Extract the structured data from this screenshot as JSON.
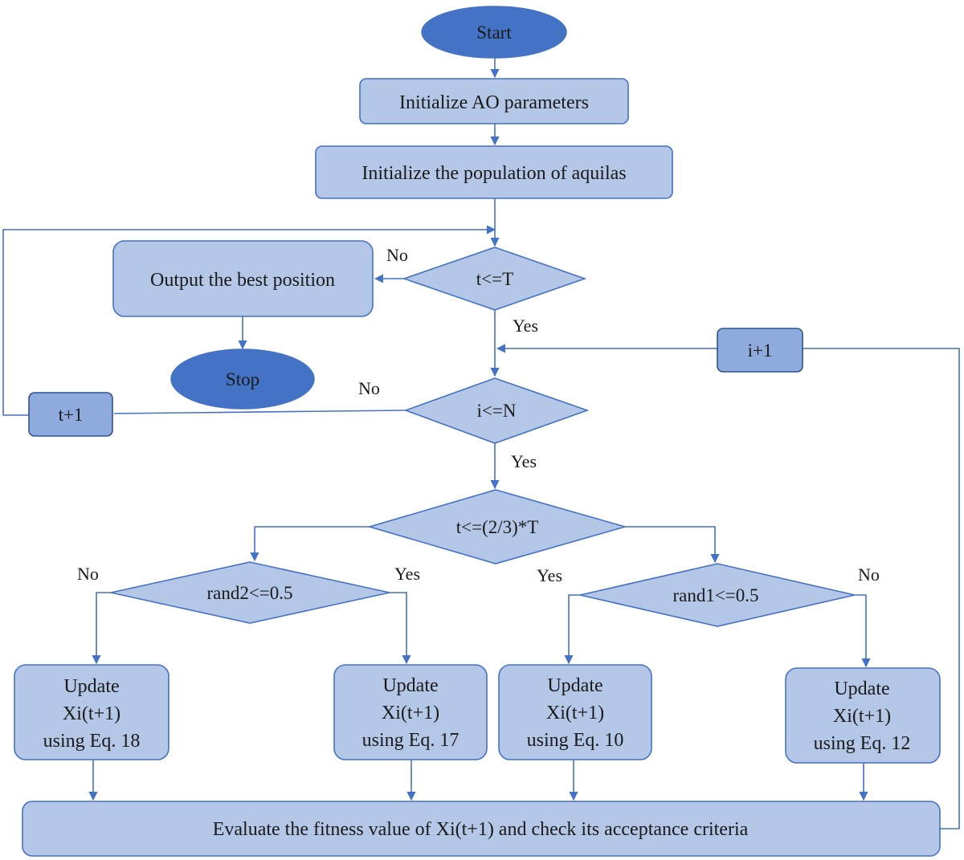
{
  "flowchart": {
    "start": "Start",
    "init_params": "Initialize AO parameters",
    "init_population": "Initialize the population of aquilas",
    "cond_t": "t<=T",
    "output_best": "Output the best position",
    "stop": "Stop",
    "inc_t": "t+1",
    "inc_i": "i+1",
    "cond_i": "i<=N",
    "cond_two_thirds": "t<=(2/3)*T",
    "cond_rand2": "rand2<=0.5",
    "cond_rand1": "rand1<=0.5",
    "update_18": [
      "Update",
      "Xi(t+1)",
      "using Eq. 18"
    ],
    "update_17": [
      "Update",
      "Xi(t+1)",
      "using Eq. 17"
    ],
    "update_10": [
      "Update",
      "Xi(t+1)",
      "using Eq. 10"
    ],
    "update_12": [
      "Update",
      "Xi(t+1)",
      "using Eq. 12"
    ],
    "evaluate": "Evaluate the fitness value of Xi(t+1) and check its acceptance criteria"
  },
  "edge_labels": {
    "no_t": "No",
    "yes_t": "Yes",
    "no_i": "No",
    "yes_i": "Yes",
    "no_rand2": "No",
    "yes_rand2": "Yes",
    "yes_rand1": "Yes",
    "no_rand1": "No"
  },
  "colors": {
    "node_fill": "#b4c7e7",
    "node_stroke": "#4472c4",
    "terminal_fill": "#4472c4",
    "counter_fill": "#8faadc"
  }
}
